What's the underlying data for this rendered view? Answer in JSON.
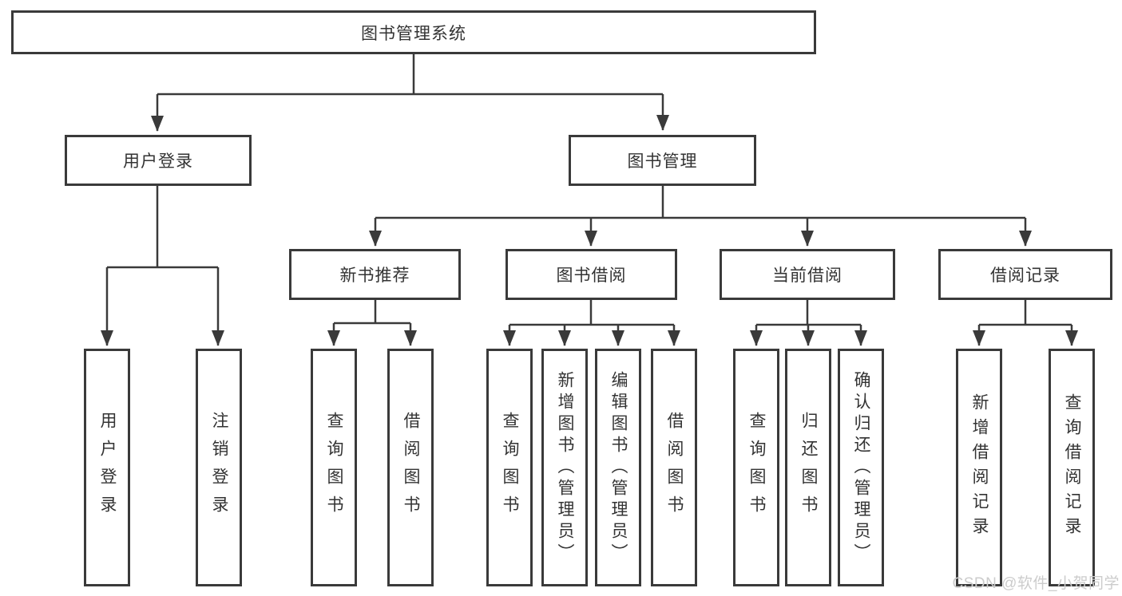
{
  "tree": {
    "root": "图书管理系统",
    "level2": {
      "user_login": "用户登录",
      "book_management": "图书管理"
    },
    "level3": {
      "new_book_recommend": "新书推荐",
      "book_borrowing": "图书借阅",
      "current_borrowing": "当前借阅",
      "borrowing_records": "借阅记录"
    },
    "leaves": {
      "user_login": "用户登录",
      "logout": "注销登录",
      "recommend_query_books": "查询图书",
      "recommend_borrow_books": "借阅图书",
      "borrowing_query_books": "查询图书",
      "borrowing_add_book_admin": "新增图书（管理员）",
      "borrowing_edit_book_admin": "编辑图书（管理员）",
      "borrowing_borrow_books": "借阅图书",
      "current_query_books": "查询图书",
      "current_return_books": "归还图书",
      "current_confirm_return_admin": "确认归还（管理员）",
      "records_add_record": "新增借阅记录",
      "records_query_record": "查询借阅记录"
    }
  },
  "watermark": "CSDN @软件_小贺同学",
  "colors": {
    "line": "#3a3a3a",
    "text": "#333333",
    "watermark_text": "#cccccc",
    "background": "#ffffff"
  }
}
